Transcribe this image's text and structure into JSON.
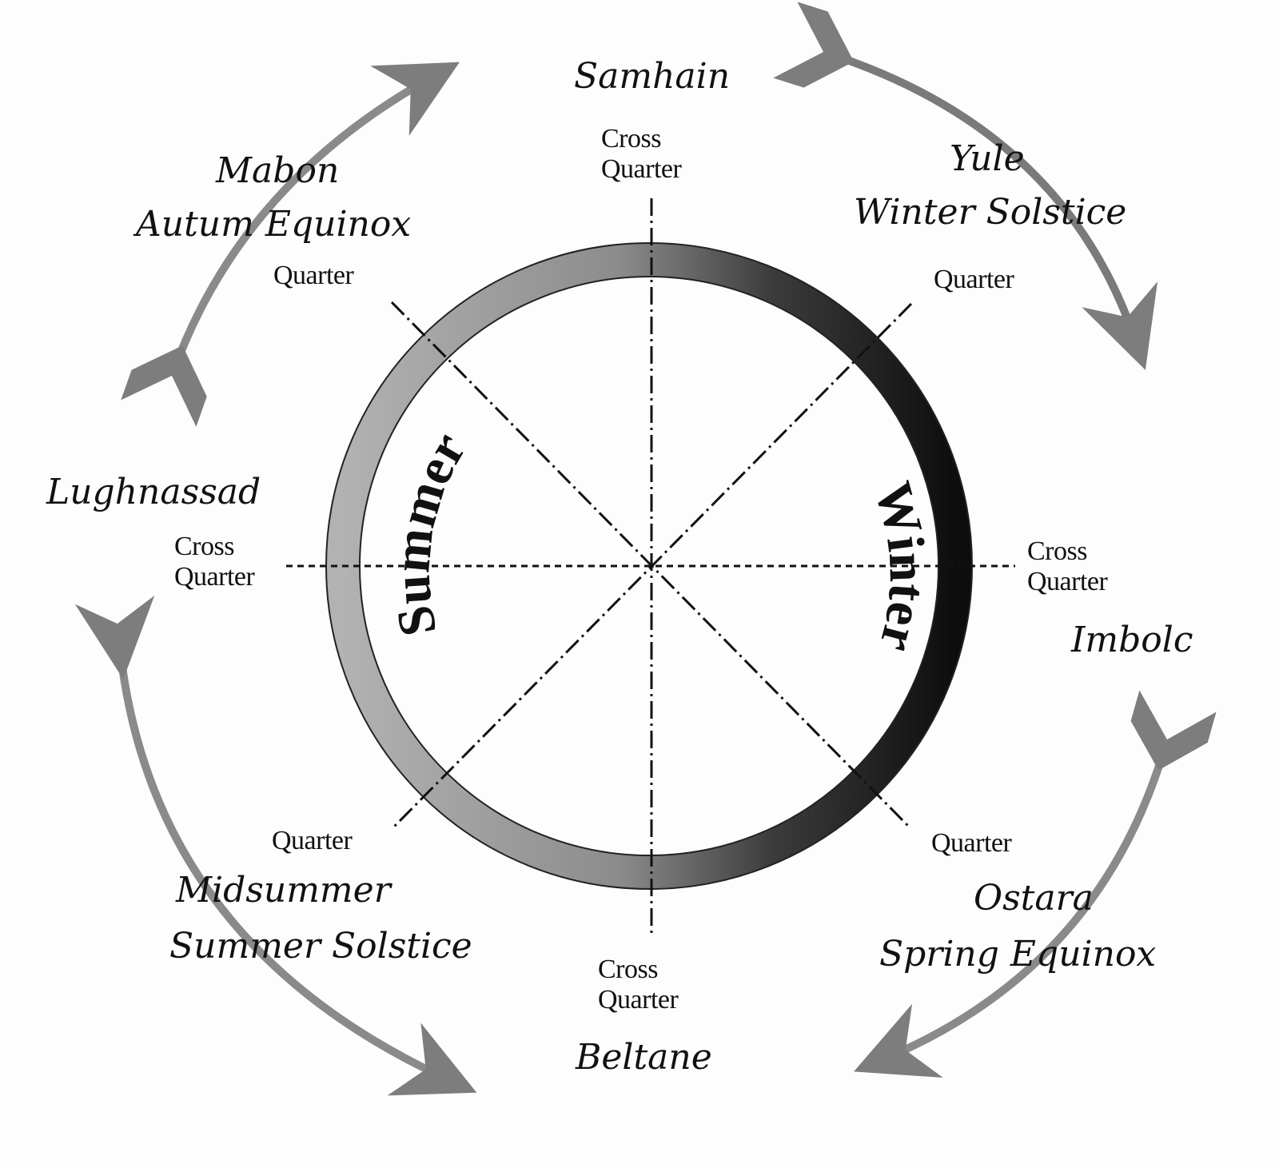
{
  "festivals": {
    "samhain": "Samhain",
    "yule": "Yule",
    "winter_solstice": "Winter Solstice",
    "imbolc": "Imbolc",
    "ostara": "Ostara",
    "spring_equinox": "Spring Equinox",
    "beltane": "Beltane",
    "midsummer": "Midsummer",
    "summer_solstice": "Summer Solstice",
    "lughnassad": "Lughnassad",
    "mabon": "Mabon",
    "autumn_equinox": "Autum Equinox"
  },
  "markers": {
    "cross": "Cross",
    "quarter": "Quarter"
  },
  "seasons": {
    "summer": "Summer",
    "winter": "Winter"
  },
  "colors": {
    "ring_light": "#a8a8a8",
    "ring_dark": "#151515",
    "arrow": "#8a8a8a",
    "line": "#111111"
  }
}
